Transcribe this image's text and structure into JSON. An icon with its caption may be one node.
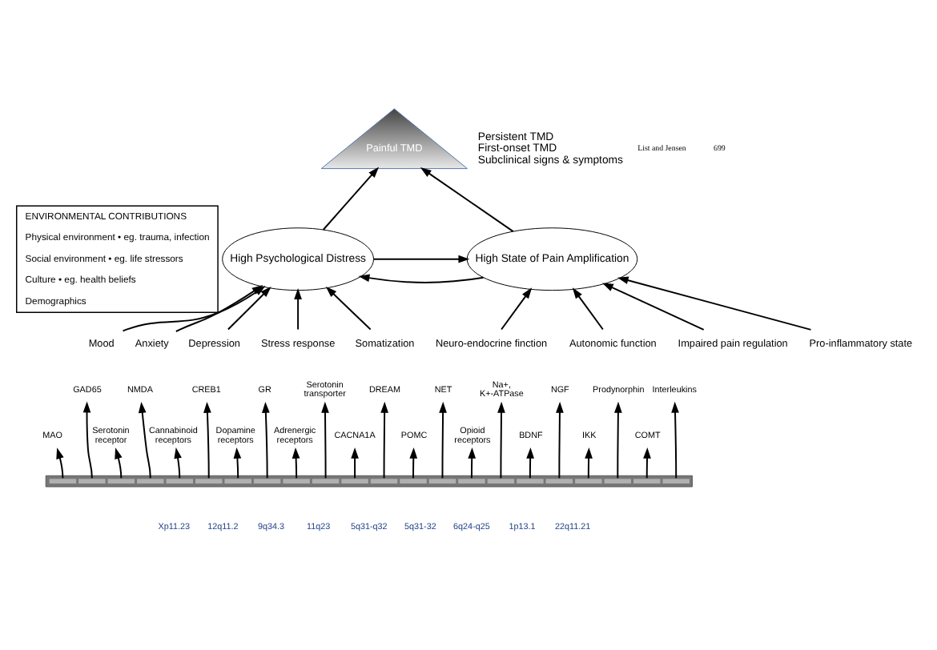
{
  "diagram": {
    "nodes": [
      {
        "text": [
          "ENVIRONMENTAL CONTRIBUTIONS",
          "Physical environment • eg. trauma, infection",
          "Social environment • eg. life stressors",
          "Culture • eg. health beliefs",
          "Demographics"
        ]
      },
      {
        "text": [
          "Painful TMD"
        ],
        "beside": [
          "Persistent TMD",
          "First-onset TMD",
          "Subclinical signs & symptoms"
        ]
      },
      {
        "text": [
          "High Psychological Distress"
        ]
      },
      {
        "text": [
          "High State of Pain Amplification"
        ]
      },
      {
        "text": [
          "Mood"
        ]
      },
      {
        "text": [
          "Anxiety"
        ]
      },
      {
        "text": [
          "Depression"
        ]
      },
      {
        "text": [
          "Stress response"
        ]
      },
      {
        "text": [
          "Somatization"
        ]
      },
      {
        "text": [
          "Neuro-endocrine finction"
        ]
      },
      {
        "text": [
          "Autonomic function"
        ]
      },
      {
        "text": [
          "Impaired pain regulation"
        ]
      },
      {
        "text": [
          "Pro-inflammatory state"
        ]
      },
      {
        "text": [],
        "shape": "bar"
      },
      {
        "text": [
          "MAO"
        ]
      },
      {
        "text": [
          "GAD65"
        ]
      },
      {
        "text": [
          "Serotonin receptor"
        ]
      },
      {
        "text": [
          "NMDA"
        ]
      },
      {
        "text": [
          "Cannabinoid receptors"
        ]
      },
      {
        "text": [
          "CREB1"
        ]
      },
      {
        "text": [
          "Dopamine receptors"
        ]
      },
      {
        "text": [
          "GR"
        ]
      },
      {
        "text": [
          "Adrenergic receptors"
        ]
      },
      {
        "text": [
          "Serotonin transporter"
        ]
      },
      {
        "text": [
          "CACNA1A"
        ]
      },
      {
        "text": [
          "DREAM"
        ]
      },
      {
        "text": [
          "POMC"
        ]
      },
      {
        "text": [
          "NET"
        ]
      },
      {
        "text": [
          "Opioid receptors"
        ]
      },
      {
        "text": [
          "Na+, K+-ATPase"
        ]
      },
      {
        "text": [
          "BDNF"
        ]
      },
      {
        "text": [
          "NGF"
        ]
      },
      {
        "text": [
          "IKK"
        ]
      },
      {
        "text": [
          "Prodynorphin"
        ]
      },
      {
        "text": [
          "COMT"
        ]
      },
      {
        "text": [
          "Interleukins"
        ]
      }
    ],
    "edges": [
      {
        "from": 2,
        "to": 1,
        "arrow": "to"
      },
      {
        "from": 3,
        "to": 1,
        "arrow": "to"
      },
      {
        "from": 2,
        "to": 3,
        "arrow": "to"
      },
      {
        "from": 3,
        "to": 2,
        "arrow": "to"
      },
      {
        "from": 4,
        "to": 2,
        "arrow": "to"
      },
      {
        "from": 5,
        "to": 2,
        "arrow": "to"
      },
      {
        "from": 6,
        "to": 2,
        "arrow": "to"
      },
      {
        "from": 7,
        "to": 2,
        "arrow": "to"
      },
      {
        "from": 8,
        "to": 2,
        "arrow": "to"
      },
      {
        "from": 9,
        "to": 3,
        "arrow": "to"
      },
      {
        "from": 10,
        "to": 3,
        "arrow": "to"
      },
      {
        "from": 11,
        "to": 3,
        "arrow": "to"
      },
      {
        "from": 12,
        "to": 3,
        "arrow": "to"
      },
      {
        "from": 13,
        "to": 14,
        "arrow": "to"
      },
      {
        "from": 13,
        "to": 15,
        "arrow": "to"
      },
      {
        "from": 13,
        "to": 16,
        "arrow": "to"
      },
      {
        "from": 13,
        "to": 17,
        "arrow": "to"
      },
      {
        "from": 13,
        "to": 18,
        "arrow": "to"
      },
      {
        "from": 13,
        "to": 19,
        "arrow": "to"
      },
      {
        "from": 13,
        "to": 20,
        "arrow": "to"
      },
      {
        "from": 13,
        "to": 21,
        "arrow": "to"
      },
      {
        "from": 13,
        "to": 22,
        "arrow": "to"
      },
      {
        "from": 13,
        "to": 23,
        "arrow": "to"
      },
      {
        "from": 13,
        "to": 24,
        "arrow": "to"
      },
      {
        "from": 13,
        "to": 25,
        "arrow": "to"
      },
      {
        "from": 13,
        "to": 26,
        "arrow": "to"
      },
      {
        "from": 13,
        "to": 27,
        "arrow": "to"
      },
      {
        "from": 13,
        "to": 28,
        "arrow": "to"
      },
      {
        "from": 13,
        "to": 29,
        "arrow": "to"
      },
      {
        "from": 13,
        "to": 30,
        "arrow": "to"
      },
      {
        "from": 13,
        "to": 31,
        "arrow": "to"
      },
      {
        "from": 13,
        "to": 32,
        "arrow": "to"
      },
      {
        "from": 13,
        "to": 33,
        "arrow": "to"
      },
      {
        "from": 13,
        "to": 34,
        "arrow": "to"
      },
      {
        "from": 13,
        "to": 35,
        "arrow": "to"
      }
    ],
    "labels": [
      "List and Jensen",
      "699",
      "Xp11.23",
      "12q11.2",
      "9q34.3",
      "11q23",
      "5q31-q32",
      "5q31-32",
      "6q24-q25",
      "1p13.1",
      "22q11.21"
    ]
  }
}
